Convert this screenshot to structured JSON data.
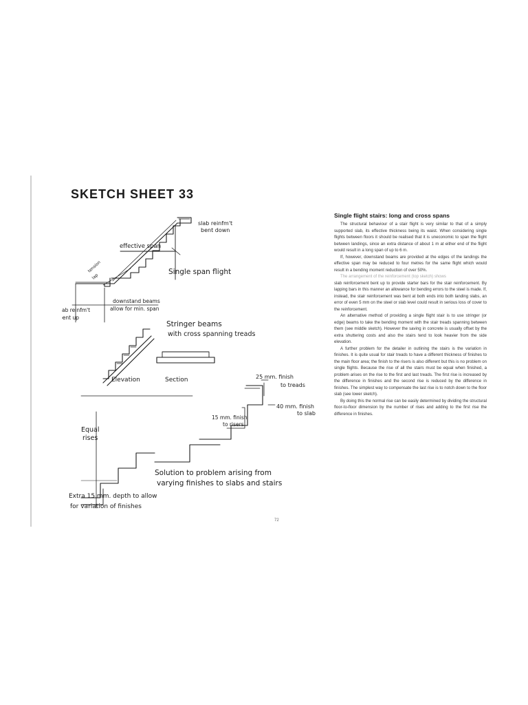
{
  "sketch_sheet": {
    "title": "SKETCH SHEET 33",
    "labels": {
      "slab_reinf_bent_down_1": "slab reinfm't",
      "slab_reinf_bent_down_2": "bent down",
      "effective_span": "effective span",
      "tension_lap_1": "tension",
      "tension_lap_2": "lap",
      "single_span_flight": "Single span flight",
      "slab_reinf_bent_up_1": "slab reinfm't",
      "slab_reinf_bent_up_2": "bent up",
      "downstand_beams_1": "downstand beams",
      "downstand_beams_2": "allow for min. span",
      "stringer_beams_1": "Stringer beams",
      "stringer_beams_2": "with cross spanning treads",
      "elevation": "Elevation",
      "section": "Section",
      "finish_treads_1": "25 mm. finish",
      "finish_treads_2": "to treads",
      "finish_slab_1": "40 mm. finish",
      "finish_slab_2": "to slab",
      "finish_risers_1": "15 mm. finish",
      "finish_risers_2": "to risers",
      "equal_rises_1": "Equal",
      "equal_rises_2": "rises",
      "solution_1": "Solution to problem arising from",
      "solution_2": "varying finishes to slabs and stairs",
      "extra_depth_1": "Extra 15 mm. depth to allow",
      "extra_depth_2": "for variation of finishes"
    }
  },
  "article": {
    "heading": "Single flight stairs: long and cross spans",
    "paragraphs": [
      "The structural behaviour of a stair flight is very similar to that of a simply supported slab, its effective thickness being its waist. When considering single flights between floors it should be realised that it is uneconomic to span the flight between landings, since an extra distance of about 1 m at either end of the flight would result in a long span of up to 6 m.",
      "If, however, downstand beams are provided at the edges of the landings the effective span may be reduced to four metres for the same flight which would result in a bending moment reduction of over 50%.",
      "The arrangement of the reinforcement (top sketch) shows",
      "slab reinforcement bent up to provide starter bars for the stair reinforcement. By lapping bars in this manner an allowance for bending errors to the steel is made. If, instead, the stair reinforcement was bent at both ends into both landing slabs, an error of even 5 mm on the steel or slab level could result in serious loss of cover to the reinforcement.",
      "An alternative method of providing a single flight stair is to use stringer (or edge) beams to take the bending moment with the stair treads spanning between them (see middle sketch). However the saving in concrete is usually offset by the extra shuttering costs and also the stairs tend to look heavier from the side elevation.",
      "A further problem for the detailer in outlining the stairs is the variation in finishes. It is quite usual for stair treads to have a different thickness of finishes to the main floor area; the finish to the risers is also different but this is no problem on single flights. Because the rise of all the stairs must be equal when finished, a problem arises on the rise to the first and last treads. The first rise is increased by the difference in finishes and the second rise is reduced by the difference in finishes. The simplest way to compensate the last rise is to notch down to the floor slab (see lower sketch).",
      "By doing this the normal rise can be easily determined by dividing the structural floor-to-floor dimension by the number of rises and adding to the first rise the difference in finishes."
    ]
  },
  "page_number": "72"
}
